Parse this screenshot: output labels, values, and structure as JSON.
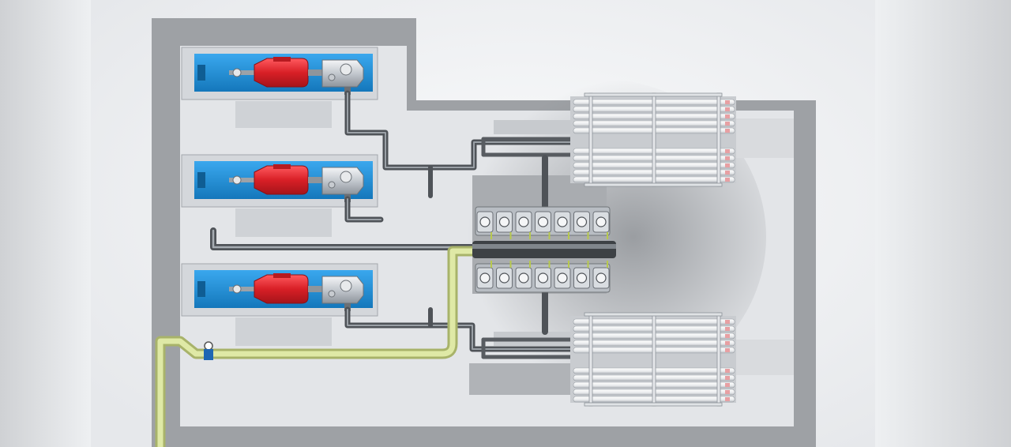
{
  "scene": {
    "type": "3d-render-top-view",
    "subject": "pump-skid-layout",
    "pump_units": [
      {
        "id": "pump-unit-1"
      },
      {
        "id": "pump-unit-2"
      },
      {
        "id": "pump-unit-3"
      }
    ],
    "manifold_valve_count_per_row": 7,
    "tube_bank_count": 2
  },
  "colors": {
    "backdrop": "#e9eaec",
    "floor": "#eef0f3",
    "slab": "#9c9fa3",
    "skid_blue": "#1e8fd6",
    "motor_red": "#e0262c",
    "pump_silver": "#c9ced4",
    "pipe_dark": "#55595e",
    "pipe_yellow": "#d7e39a",
    "tube_white": "#f6f7f8"
  }
}
